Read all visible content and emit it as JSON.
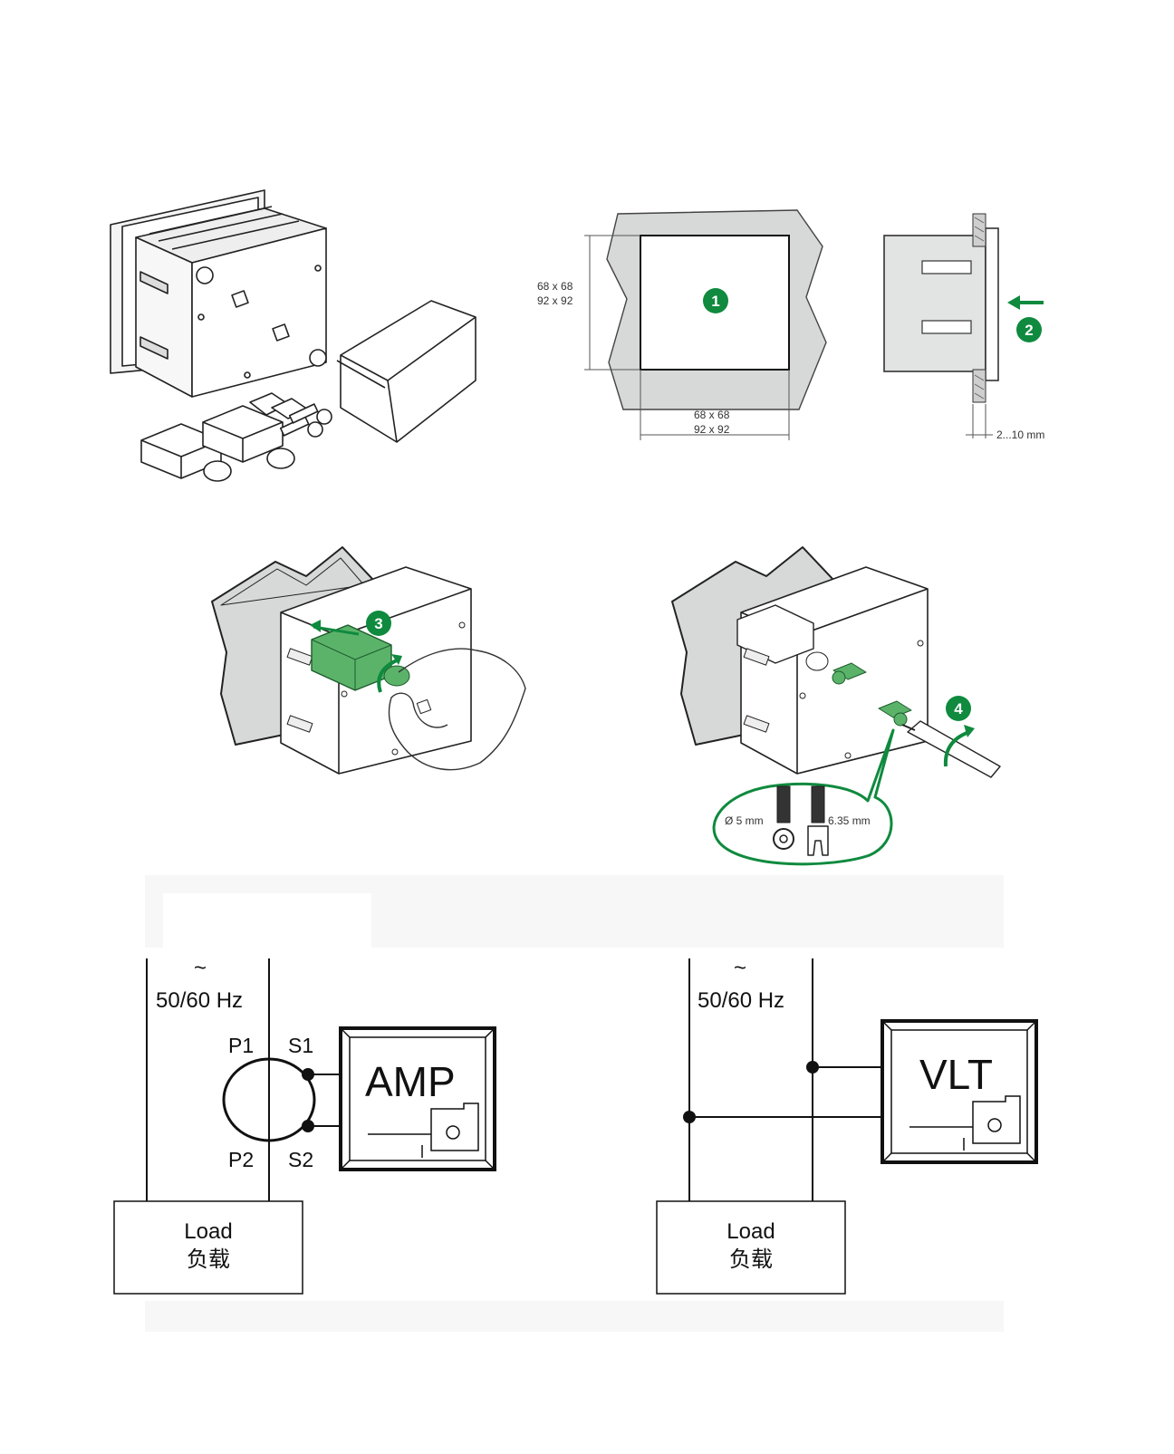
{
  "steps": {
    "step1": "1",
    "step2": "2",
    "step3": "3",
    "step4": "4"
  },
  "cutout": {
    "left_dim_line1": "68 x 68",
    "left_dim_line2": "92 x 92",
    "bottom_dim_line1": "68 x 68",
    "bottom_dim_line2": "92 x 92"
  },
  "panel_thickness": "2...10 mm",
  "lugs": {
    "ring_label": "Ø 5 mm",
    "fork_label": "6.35 mm"
  },
  "wiring_amp": {
    "symbol": "~",
    "frequency": "50/60 Hz",
    "p1": "P1",
    "s1": "S1",
    "p2": "P2",
    "s2": "S2",
    "meter_label": "AMP",
    "load_en": "Load",
    "load_zh": "负载"
  },
  "wiring_vlt": {
    "symbol": "~",
    "frequency": "50/60 Hz",
    "meter_label": "VLT",
    "load_en": "Load",
    "load_zh": "负载"
  },
  "colors": {
    "accent_green": "#0f8a3e",
    "panel_gray": "#d6d9d8",
    "line": "#1a1a1a"
  }
}
